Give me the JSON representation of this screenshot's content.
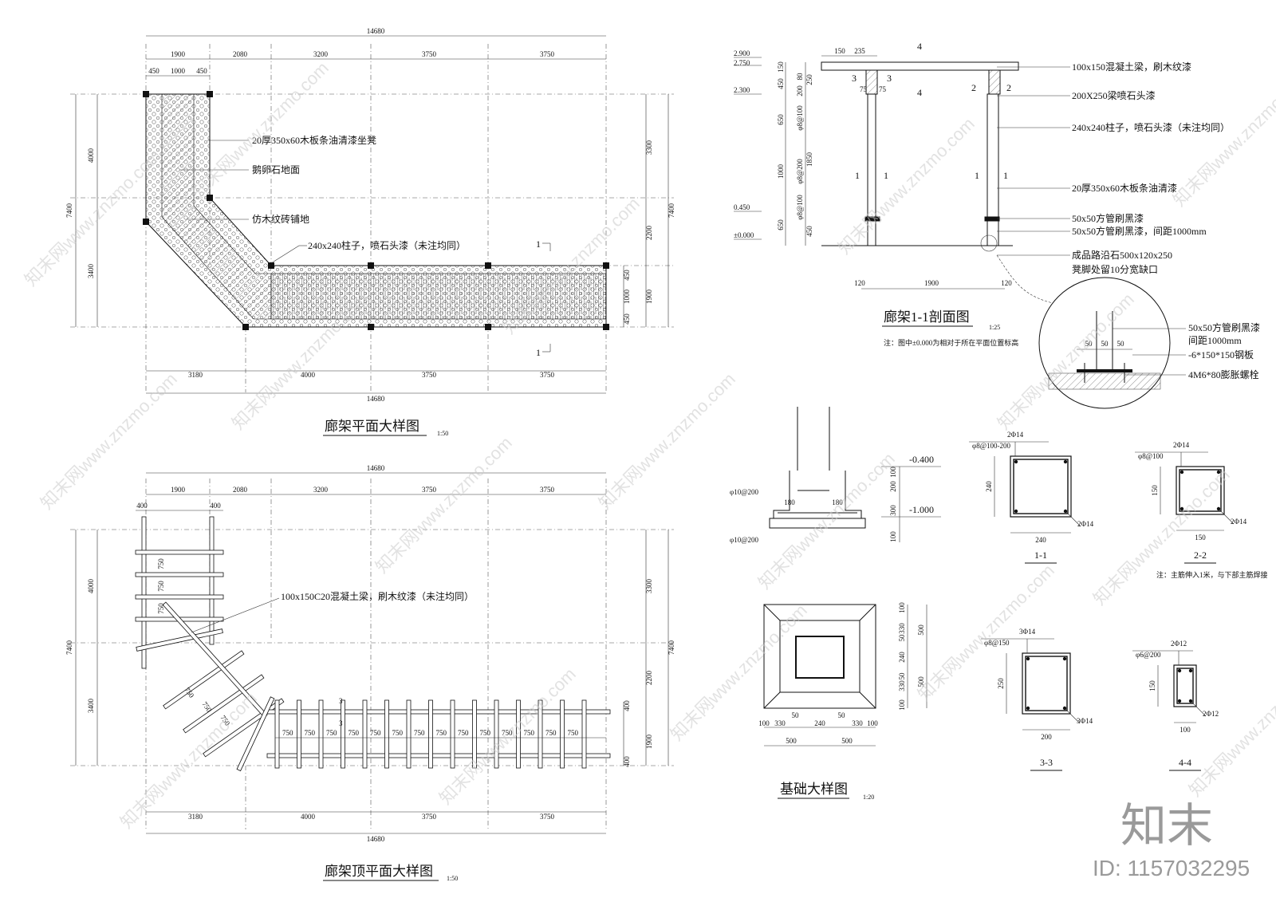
{
  "plan": {
    "title": "廊架平面大样图",
    "scale": "1:50",
    "top_total": "14680",
    "top_dims": [
      "1900",
      "2080",
      "3200",
      "3750",
      "3750"
    ],
    "top_sub": [
      "450",
      "1000",
      "450"
    ],
    "bottom_dims": [
      "3180",
      "4000",
      "3750",
      "3750"
    ],
    "bottom_total": "14680",
    "left_outer": "7400",
    "left_inner": [
      "4000",
      "3400"
    ],
    "right_outer": "7400",
    "right_inner": [
      "3300",
      "2200",
      "1900"
    ],
    "right_sub": [
      "450",
      "1000",
      "450"
    ],
    "labels": [
      "20厚350x60木板条油清漆坐凳",
      "鹅卵石地面",
      "仿木纹砖铺地",
      "240x240柱子，喷石头漆（未注均同）"
    ],
    "section_mark": "1"
  },
  "roof": {
    "title": "廊架顶平面大样图",
    "scale": "1:50",
    "top_total": "14680",
    "top_dims": [
      "1900",
      "2080",
      "3200",
      "3750",
      "3750"
    ],
    "top_sub": [
      "400",
      "400"
    ],
    "bottom_dims": [
      "3180",
      "4000",
      "3750",
      "3750"
    ],
    "bottom_total": "14680",
    "left_outer": "7400",
    "left_inner": [
      "4000",
      "3400"
    ],
    "right_outer": "7400",
    "right_inner": [
      "3300",
      "2200",
      "1900"
    ],
    "right_sub": [
      "400",
      "400"
    ],
    "label": "100x150C20混凝土梁，刷木纹漆（未注均同）",
    "spacing": "750",
    "section_mark": "3"
  },
  "section": {
    "title": "廊架1-1剖面图",
    "scale": "1:25",
    "note": "注：图中±0.000为相对于所在平面位置标高",
    "elevations": [
      "2.900",
      "2.750",
      "2.300",
      "0.450",
      "±0.000"
    ],
    "top_dims": [
      "150",
      "235"
    ],
    "left_dims": [
      "150",
      "450",
      "650",
      "1000",
      "650"
    ],
    "inner_dims": [
      "80",
      "200",
      "250",
      "φ8@100",
      "1850",
      "φ8@200",
      "φ8@100",
      "450"
    ],
    "bottom_dims": [
      "120",
      "1900",
      "120"
    ],
    "marks": [
      "3",
      "4",
      "2",
      "1",
      "75"
    ],
    "labels": [
      "100x150混凝土梁，刷木纹漆",
      "200X250梁喷石头漆",
      "240x240柱子，喷石头漆（未注均同）",
      "20厚350x60木板条油清漆",
      "50x50方管刷黑漆",
      "50x50方管刷黑漆，间距1000mm",
      "成品路沿石500x120x250",
      "凳脚处留10分宽缺口"
    ]
  },
  "detail_circle": {
    "labels": [
      "50x50方管刷黑漆",
      "间距1000mm",
      "-6*150*150钢板",
      "4M6*80膨胀螺栓"
    ],
    "dims": [
      "50",
      "50",
      "50"
    ]
  },
  "foundation": {
    "title": "基础大样图",
    "scale": "1:20",
    "rebar": [
      "φ10@200",
      "φ10@200"
    ],
    "elev": [
      "-0.400",
      "-1.000"
    ],
    "inner": [
      "180",
      "180"
    ],
    "vdims": [
      "100",
      "200",
      "300",
      "100"
    ],
    "plan_vdims": [
      "100",
      "330",
      "50",
      "240",
      "50",
      "330",
      "100"
    ],
    "plan_vdims_outer": [
      "500",
      "500"
    ],
    "plan_hdims": [
      "100",
      "330",
      "50",
      "240",
      "50",
      "330",
      "100"
    ],
    "plan_hdims_outer": [
      "500",
      "500"
    ]
  },
  "cross_sections": [
    {
      "name": "1-1",
      "top": "2Φ14",
      "stirrup": "φ8@100-200",
      "bottom": "2Φ14",
      "w": "240",
      "h": "240"
    },
    {
      "name": "2-2",
      "top": "2Φ14",
      "stirrup": "φ8@100",
      "bottom": "2Φ14",
      "w": "150",
      "h": "150"
    },
    {
      "name": "3-3",
      "top": "3Φ14",
      "stirrup": "φ8@150",
      "bottom": "3Φ14",
      "w": "200",
      "h": "250"
    },
    {
      "name": "4-4",
      "top": "2Φ12",
      "stirrup": "φ6@200",
      "bottom": "2Φ12",
      "w": "100",
      "h": "150"
    }
  ],
  "cs_note": "注：主筋伸入1米，与下部主筋焊接",
  "watermark": "知末网www.znzmo.com",
  "brand": "知末",
  "id_label": "ID: 1157032295"
}
